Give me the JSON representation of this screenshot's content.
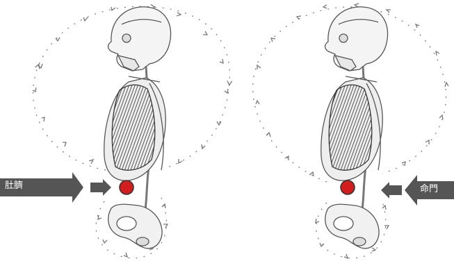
{
  "figures": [
    {
      "id": "left",
      "label": "肚臍",
      "arrow_direction": "right",
      "circulation": "counter-clockwise",
      "dot_color": "#d21e1e"
    },
    {
      "id": "right",
      "label": "命門",
      "arrow_direction": "left",
      "circulation": "clockwise",
      "dot_color": "#d21e1e"
    }
  ],
  "colors": {
    "arrow": "#555555",
    "dashed_path": "#777777",
    "skeleton": "#6f6f6f",
    "muscle": "#3a3a3a"
  }
}
